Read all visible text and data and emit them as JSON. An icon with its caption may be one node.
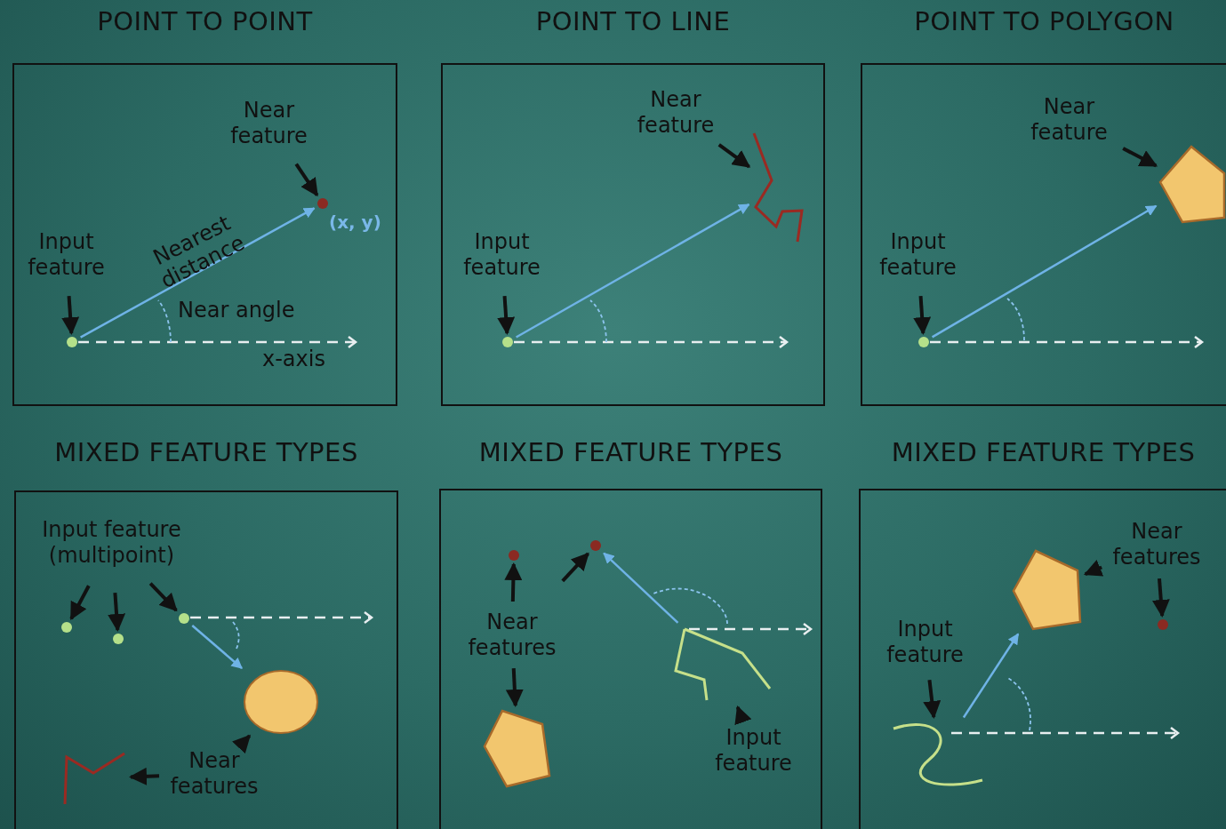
{
  "diagram": {
    "nodes": [
      {
        "text": [
          "POINT TO POINT"
        ]
      },
      {
        "text": [
          "Near feature"
        ],
        "in": 0
      },
      {
        "text": [],
        "shape": "circle",
        "in": 0,
        "beside": [
          "(x, y)"
        ]
      },
      {
        "text": [
          "Input feature"
        ],
        "in": 0
      },
      {
        "text": [],
        "shape": "circle",
        "in": 0
      },
      {
        "text": [
          "POINT TO LINE"
        ]
      },
      {
        "text": [
          "Near feature"
        ],
        "in": 5
      },
      {
        "text": [],
        "shape": "line",
        "in": 5
      },
      {
        "text": [
          "Input feature"
        ],
        "in": 5
      },
      {
        "text": [],
        "shape": "circle",
        "in": 5
      },
      {
        "text": [
          "POINT TO POLYGON"
        ]
      },
      {
        "text": [
          "Near feature"
        ],
        "in": 10
      },
      {
        "text": [],
        "shape": "polygon",
        "in": 10
      },
      {
        "text": [
          "Input feature"
        ],
        "in": 10
      },
      {
        "text": [],
        "shape": "circle",
        "in": 10
      },
      {
        "text": [
          "MIXED FEATURE TYPES"
        ]
      },
      {
        "text": [
          "Input feature (multipoint)"
        ],
        "in": 15
      },
      {
        "text": [],
        "shape": "circle",
        "in": 15
      },
      {
        "text": [],
        "shape": "circle",
        "in": 15
      },
      {
        "text": [],
        "shape": "circle",
        "in": 15
      },
      {
        "text": [],
        "shape": "circle",
        "in": 15
      },
      {
        "text": [],
        "shape": "line",
        "in": 15
      },
      {
        "text": [
          "Near features"
        ],
        "in": 15
      },
      {
        "text": [
          "MIXED FEATURE TYPES"
        ]
      },
      {
        "text": [],
        "shape": "circle",
        "in": 23
      },
      {
        "text": [],
        "shape": "circle",
        "in": 23
      },
      {
        "text": [
          "Near features"
        ],
        "in": 23
      },
      {
        "text": [],
        "shape": "polygon",
        "in": 23
      },
      {
        "text": [],
        "shape": "line",
        "in": 23
      },
      {
        "text": [
          "Input feature"
        ],
        "in": 23
      },
      {
        "text": [
          "MIXED FEATURE TYPES"
        ]
      },
      {
        "text": [
          "Near features"
        ],
        "in": 30
      },
      {
        "text": [],
        "shape": "polygon",
        "in": 30
      },
      {
        "text": [],
        "shape": "circle",
        "in": 30
      },
      {
        "text": [
          "Input feature"
        ],
        "in": 30
      },
      {
        "text": [],
        "shape": "line",
        "in": 30
      }
    ],
    "edges": [
      {
        "from": 1,
        "to": 2,
        "arrow": "to"
      },
      {
        "from": 3,
        "to": 4,
        "arrow": "to"
      },
      {
        "from": 4,
        "to": 2,
        "arrow": "to",
        "label": "Nearest distance",
        "color": "#6fb3e6"
      },
      {
        "from": 6,
        "to": 7,
        "arrow": "to"
      },
      {
        "from": 8,
        "to": 9,
        "arrow": "to"
      },
      {
        "from": 9,
        "to": 7,
        "arrow": "to",
        "color": "#6fb3e6"
      },
      {
        "from": 11,
        "to": 12,
        "arrow": "to"
      },
      {
        "from": 13,
        "to": 14,
        "arrow": "to"
      },
      {
        "from": 14,
        "to": 12,
        "arrow": "to",
        "color": "#6fb3e6"
      },
      {
        "from": 16,
        "to": 17,
        "arrow": "to"
      },
      {
        "from": 16,
        "to": 18,
        "arrow": "to"
      },
      {
        "from": 16,
        "to": 19,
        "arrow": "to"
      },
      {
        "from": 19,
        "to": 20,
        "arrow": "to",
        "color": "#6fb3e6"
      },
      {
        "from": 22,
        "to": 21,
        "arrow": "to"
      },
      {
        "from": 22,
        "to": 20,
        "arrow": "to"
      },
      {
        "from": 26,
        "to": 24,
        "arrow": "to"
      },
      {
        "from": 26,
        "to": 25,
        "arrow": "to"
      },
      {
        "from": 26,
        "to": 27,
        "arrow": "to"
      },
      {
        "from": 29,
        "to": 28,
        "arrow": "to"
      },
      {
        "from": 28,
        "to": 25,
        "arrow": "to",
        "color": "#6fb3e6"
      },
      {
        "from": 31,
        "to": 32,
        "arrow": "to"
      },
      {
        "from": 31,
        "to": 33,
        "arrow": "to"
      },
      {
        "from": 34,
        "to": 35,
        "arrow": "to"
      },
      {
        "from": 35,
        "to": 32,
        "arrow": "to",
        "color": "#6fb3e6"
      }
    ],
    "labels": [
      "Near angle",
      "x-axis"
    ]
  }
}
